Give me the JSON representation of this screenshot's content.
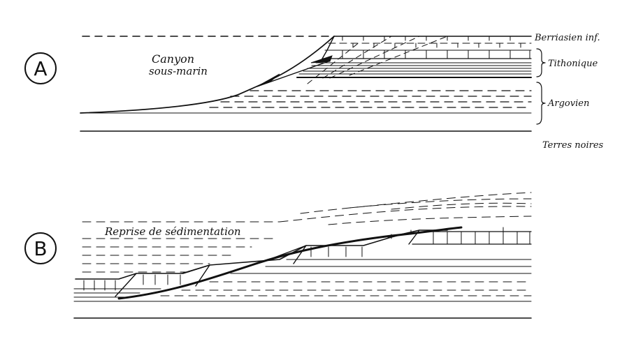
{
  "panel_a": {
    "letter": "A",
    "canyon_line1": "Canyon",
    "canyon_line2": "sous-marin",
    "label_berriasien": "Berriasien inf.",
    "label_tithonique": "Tithonique",
    "label_argovien": "Argovien",
    "label_terres_noires": "Terres noires"
  },
  "panel_b": {
    "letter": "B",
    "label_reprise": "Reprise de sédimentation"
  }
}
